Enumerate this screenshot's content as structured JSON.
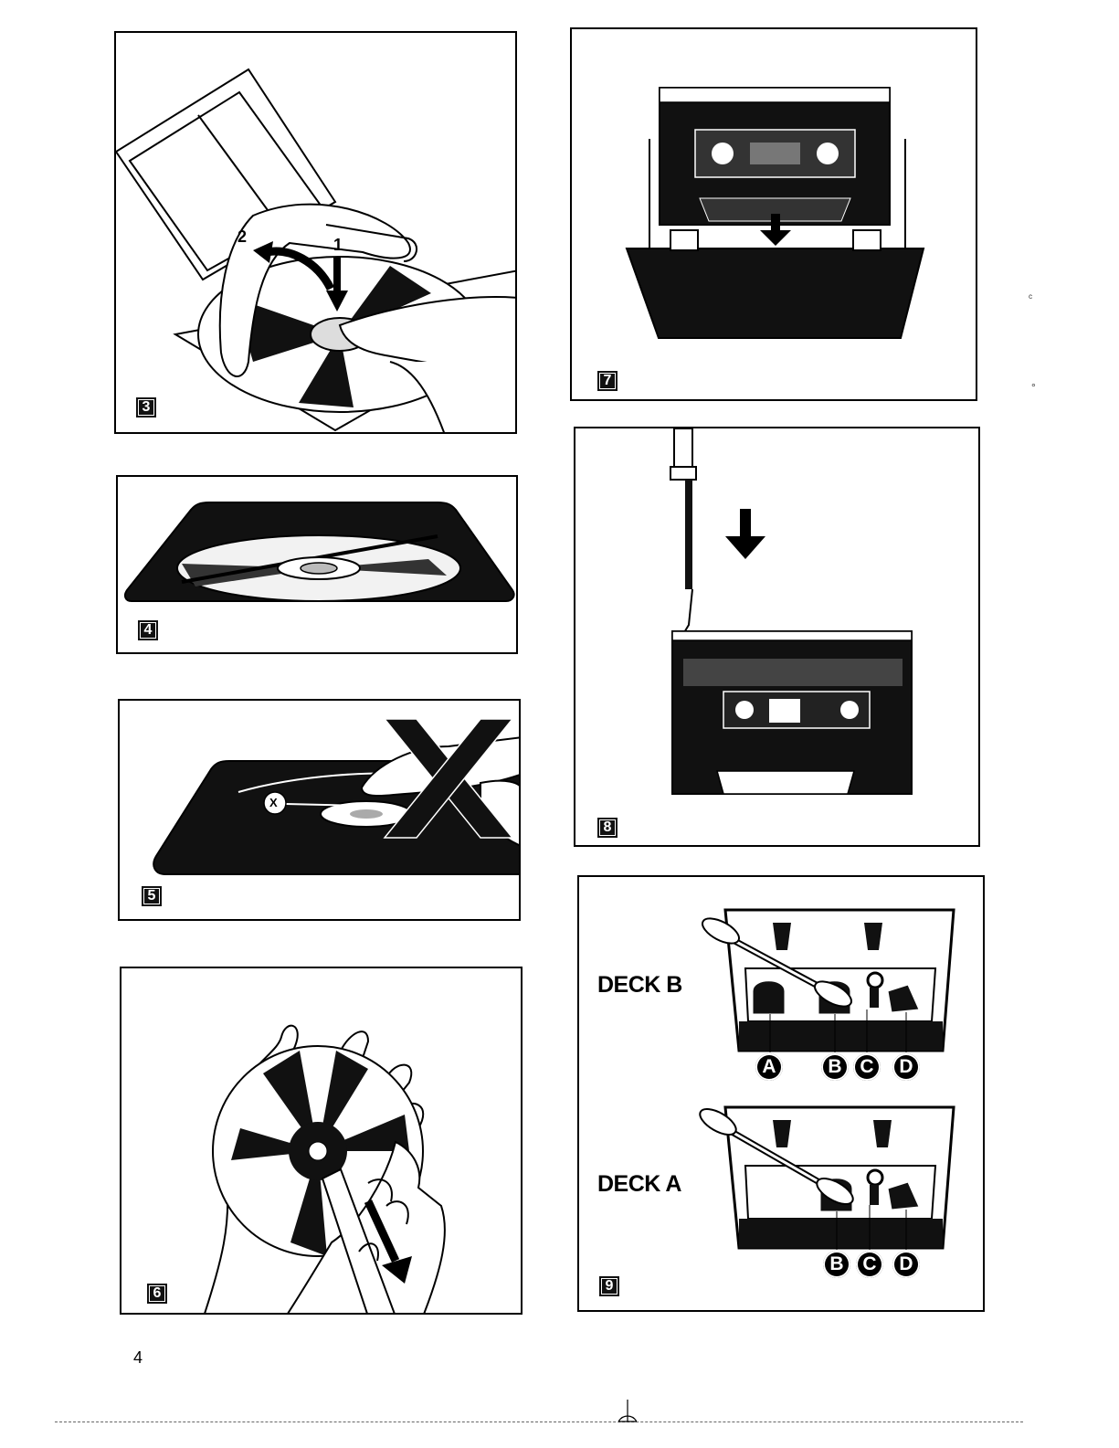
{
  "page": {
    "number": "4"
  },
  "figures": [
    {
      "id": "fig-3",
      "badge": "3",
      "arrows": [
        "1",
        "2"
      ]
    },
    {
      "id": "fig-4",
      "badge": "4"
    },
    {
      "id": "fig-5",
      "badge": "5",
      "marker": "X"
    },
    {
      "id": "fig-6",
      "badge": "6"
    },
    {
      "id": "fig-7",
      "badge": "7"
    },
    {
      "id": "fig-8",
      "badge": "8"
    },
    {
      "id": "fig-9",
      "badge": "9",
      "decks": [
        {
          "label": "DECK B",
          "parts": [
            "A",
            "B",
            "C",
            "D"
          ]
        },
        {
          "label": "DECK A",
          "parts": [
            "B",
            "C",
            "D"
          ]
        }
      ]
    }
  ],
  "colors": {
    "ink": "#000000",
    "paper": "#ffffff"
  }
}
